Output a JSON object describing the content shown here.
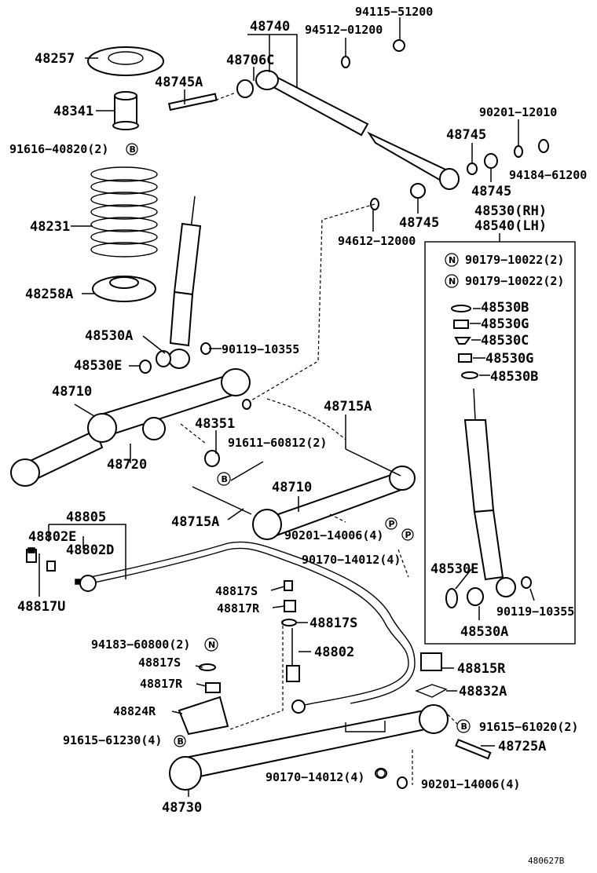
{
  "labels": {
    "p94115": "94115−51200",
    "p48740": "48740",
    "p94512": "94512−01200",
    "p48257": "48257",
    "p48706C": "48706C",
    "p48745A": "48745A",
    "p48341": "48341",
    "p90201_12010": "90201−12010",
    "p91616": "91616−40820",
    "p48745_a": "48745",
    "p94184": "94184−61200",
    "p48745_b": "48745",
    "p48231": "48231",
    "p48745_c": "48745",
    "p48530RH": "48530(RH)",
    "p48540LH": "48540(LH)",
    "p94612": "94612−12000",
    "p48258A": "48258A",
    "p90179_a": "90179−10022",
    "p90179_b": "90179−10022",
    "p48530B_a": "48530B",
    "p48530G_a": "48530G",
    "p48530A_a": "48530A",
    "p90119_a": "90119−10355",
    "p48530C": "48530C",
    "p48530G_b": "48530G",
    "p48530E_a": "48530E",
    "p48530B_b": "48530B",
    "p48710_a": "48710",
    "p48715A_a": "48715A",
    "p48351": "48351",
    "p91611": "91611−60812",
    "p48720": "48720",
    "p48710_b": "48710",
    "p48715A_b": "48715A",
    "p48805": "48805",
    "p90201_14006_a": "90201−14006",
    "p48802E": "48802E",
    "p48802D": "48802D",
    "p90170_14012_a": "90170−14012",
    "p48530E_b": "48530E",
    "p48817U": "48817U",
    "p48817S_a": "48817S",
    "p90119_b": "90119−10355",
    "p48817R_a": "48817R",
    "p48817S_b": "48817S",
    "p48530A_b": "48530A",
    "p94183": "94183−60800",
    "p48802": "48802",
    "p48817S_c": "48817S",
    "p48815R": "48815R",
    "p48817R_b": "48817R",
    "p48832A": "48832A",
    "p48824R": "48824R",
    "p91615_61020": "91615−61020",
    "p91615_61230": "91615−61230",
    "p48725A": "48725A",
    "p90170_14012_b": "90170−14012",
    "p90201_14006_b": "90201−14006",
    "p48730": "48730",
    "figure_code": "480627B"
  },
  "quantities": {
    "q91616": "(2)",
    "q90179_a": "(2)",
    "q90179_b": "(2)",
    "q91611": "(2)",
    "q90201_14006_a": "(4)",
    "q90170_14012_a": "(4)",
    "q94183": "(2)",
    "q91615_61020": "(2)",
    "q91615_61230": "(4)",
    "q90170_14012_b": "(4)",
    "q90201_14006_b": "(4)"
  },
  "markers": {
    "B": "B",
    "N": "N",
    "P": "P"
  }
}
